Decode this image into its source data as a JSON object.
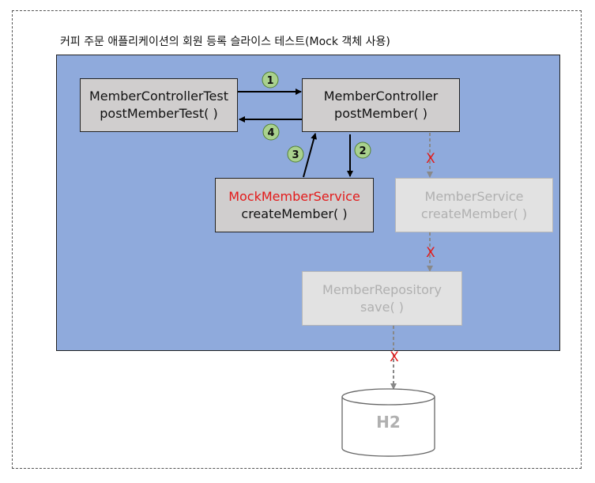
{
  "title": "커피 주문 애플리케이션의 회원 등록 슬라이스 테스트(Mock 객체 사용)",
  "nodes": {
    "controller_test": {
      "line1": "MemberControllerTest",
      "line2": "postMemberTest( )"
    },
    "controller": {
      "line1": "MemberController",
      "line2": "postMember( )"
    },
    "mock_service": {
      "line1": "MockMemberService",
      "line2": "createMember( )"
    },
    "service": {
      "line1": "MemberService",
      "line2": "createMember( )"
    },
    "repository": {
      "line1": "MemberRepository",
      "line2": "save( )"
    },
    "database": {
      "label": "H2"
    }
  },
  "steps": [
    "1",
    "2",
    "3",
    "4"
  ],
  "blocked_marker": "X",
  "colors": {
    "panel": "#8faadc",
    "step_badge": "#a9d18e",
    "blocked": "#e31a1a",
    "mock_label": "#e31a1a"
  }
}
